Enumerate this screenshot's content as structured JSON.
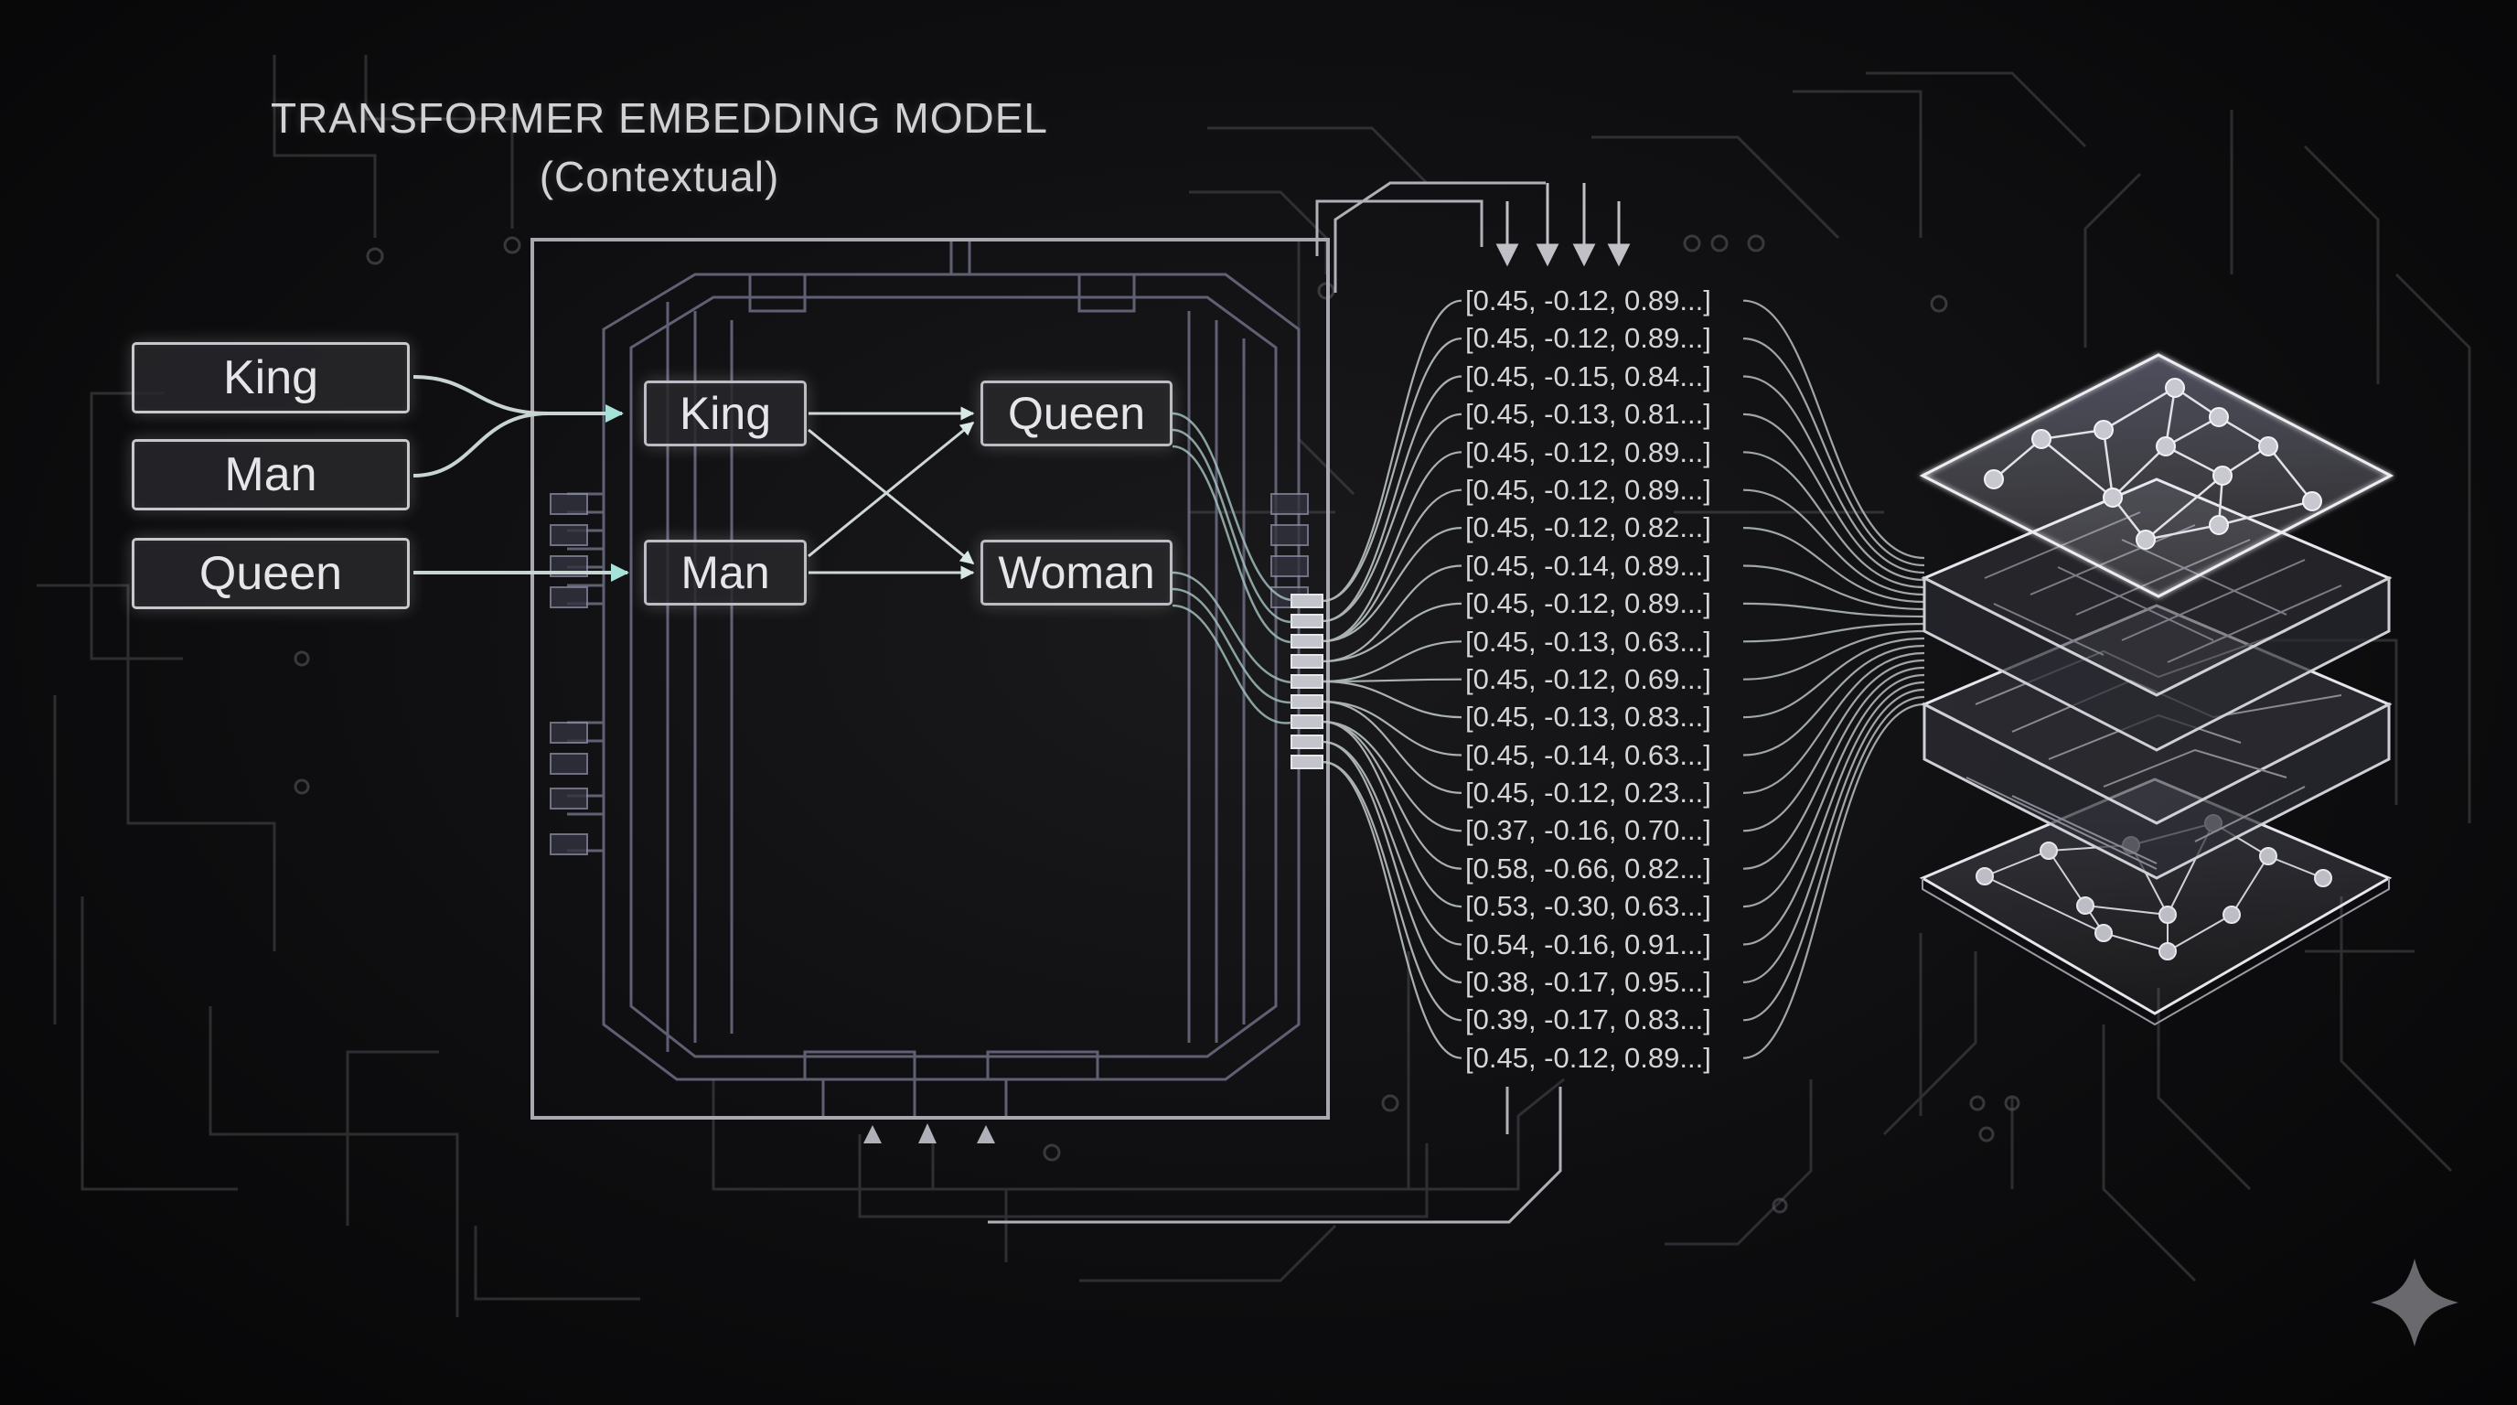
{
  "title": {
    "line1": "TRANSFORMER EMBEDDING MODEL",
    "line2": "(Contextual)"
  },
  "input_tokens": [
    "King",
    "Man",
    "Queen"
  ],
  "model_tokens": {
    "left": [
      "King",
      "Man"
    ],
    "right": [
      "Queen",
      "Woman"
    ]
  },
  "vectors": [
    "[0.45, -0.12, 0.89...]",
    "[0.45, -0.12, 0.89...]",
    "[0.45, -0.15, 0.84...]",
    "[0.45, -0.13, 0.81...]",
    "[0.45, -0.12, 0.89...]",
    "[0.45, -0.12, 0.89...]",
    "[0.45, -0.12, 0.82...]",
    "[0.45, -0.14, 0.89...]",
    "[0.45, -0.12, 0.89...]",
    "[0.45, -0.13, 0.63...]",
    "[0.45, -0.12, 0.69...]",
    "[0.45, -0.13, 0.83...]",
    "[0.45, -0.14, 0.63...]",
    "[0.45, -0.12, 0.23...]",
    "[0.37, -0.16, 0.70...]",
    "[0.58, -0.66, 0.82...]",
    "[0.53, -0.30, 0.63...]",
    "[0.54, -0.16, 0.91...]",
    "[0.38, -0.17, 0.95...]",
    "[0.39, -0.17, 0.83...]",
    "[0.45, -0.12, 0.89...]"
  ],
  "icons": {
    "corner": "sparkle-icon",
    "stack": "layer-stack-icon"
  },
  "colors": {
    "background": "#0e0e10",
    "line": "#c8c8cc",
    "arrow": "#9ed8d0"
  }
}
